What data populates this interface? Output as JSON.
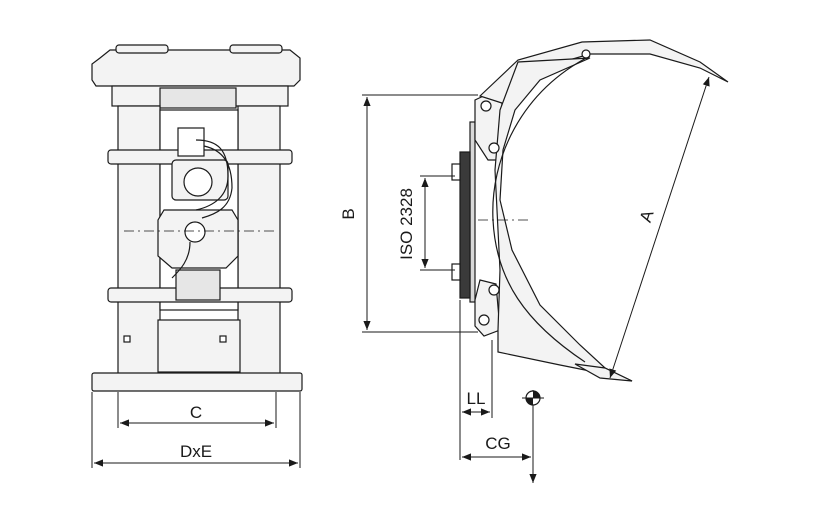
{
  "labels": {
    "width_c": "C",
    "width_dxe": "DxE",
    "height_b": "B",
    "interface_standard": "ISO 2328",
    "opening_a": "A",
    "load_loss": "LL",
    "center_gravity": "CG"
  },
  "colors": {
    "line": "#1a1a1a",
    "body_fill": "#f3f3f3",
    "detail_fill": "#e6e6e6"
  }
}
